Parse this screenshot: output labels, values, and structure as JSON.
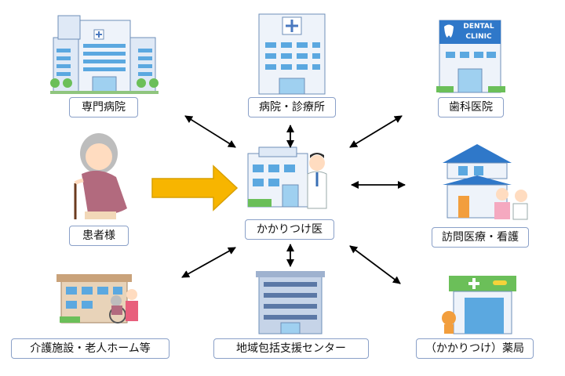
{
  "nodes": {
    "specialty_hospital": {
      "label": "専門病院"
    },
    "hospital_clinic": {
      "label": "病院・診療所"
    },
    "dental_clinic": {
      "label": "歯科医院",
      "sign": "DENTAL CLINIC"
    },
    "patient": {
      "label": "患者様"
    },
    "family_doctor": {
      "label": "かかりつけ医"
    },
    "home_visit": {
      "label": "訪問医療・看護"
    },
    "care_facility": {
      "label": "介護施設・老人ホーム等"
    },
    "community_center": {
      "label": "地域包括支援センター"
    },
    "pharmacy": {
      "label": "（かかりつけ）薬局"
    }
  },
  "colors": {
    "label_border": "#8aa0c8",
    "arrow": "#000000",
    "patient_arrow_fill": "#f7b500",
    "patient_arrow_stroke": "#d9a000",
    "building_blue": "#c9dcf2",
    "window_blue": "#5ba8e0",
    "care_brown": "#c9a27a",
    "pharmacy_green": "#4caf50"
  },
  "icons": [
    "hospital-building-icon",
    "clinic-building-icon",
    "dental-clinic-icon",
    "elderly-woman-icon",
    "doctor-icon",
    "home-visit-nurse-icon",
    "nursing-home-icon",
    "community-center-icon",
    "pharmacy-icon"
  ]
}
